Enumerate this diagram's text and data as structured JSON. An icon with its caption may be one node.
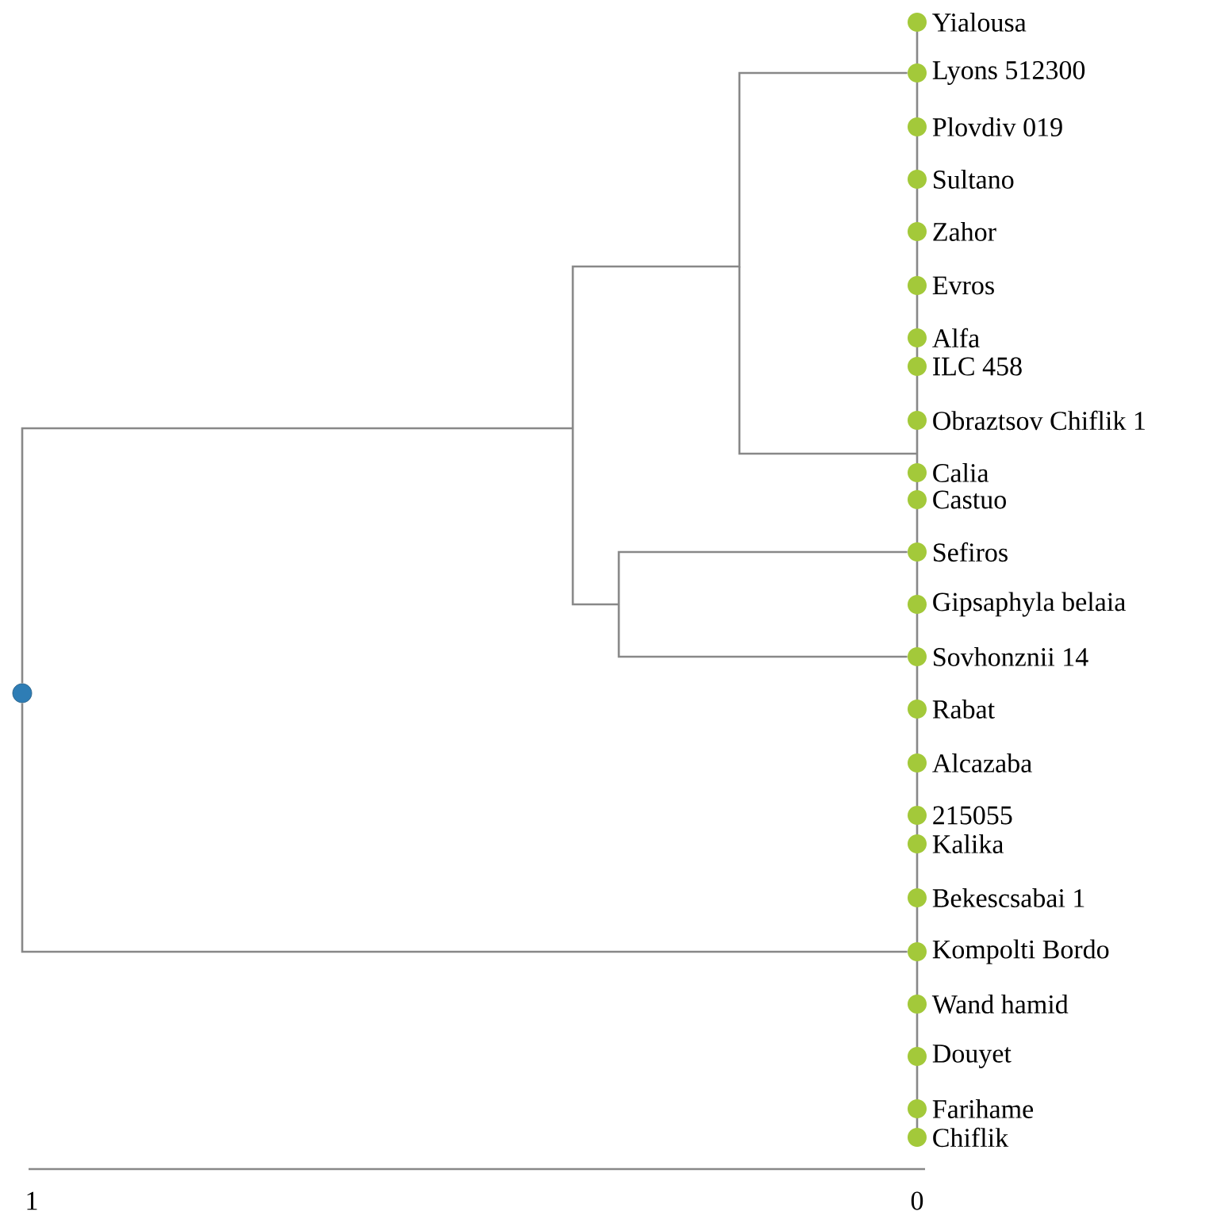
{
  "diagram": {
    "nodes": [
      {
        "text": [],
        "shape": "circle"
      },
      {
        "text": [
          "Yialousa"
        ]
      },
      {
        "text": [
          "Lyons 512300"
        ]
      },
      {
        "text": [
          "Plovdiv 019"
        ]
      },
      {
        "text": [
          "Sultano"
        ]
      },
      {
        "text": [
          "Zahor"
        ]
      },
      {
        "text": [
          "Evros"
        ]
      },
      {
        "text": [
          "Alfa"
        ]
      },
      {
        "text": [
          "ILC 458"
        ]
      },
      {
        "text": [
          "Obraztsov Chiflik 1"
        ]
      },
      {
        "text": [
          "Calia"
        ]
      },
      {
        "text": [
          "Castuo"
        ]
      },
      {
        "text": [
          "Sefiros"
        ]
      },
      {
        "text": [
          "Gipsaphyla belaia"
        ]
      },
      {
        "text": [
          "Sovhonznii 14"
        ]
      },
      {
        "text": [
          "Rabat"
        ]
      },
      {
        "text": [
          "Alcazaba"
        ]
      },
      {
        "text": [
          "215055"
        ]
      },
      {
        "text": [
          "Kalika"
        ]
      },
      {
        "text": [
          "Bekescsabai 1"
        ]
      },
      {
        "text": [
          "Kompolti Bordo"
        ]
      },
      {
        "text": [
          "Wand hamid"
        ]
      },
      {
        "text": [
          "Douyet"
        ]
      },
      {
        "text": [
          "Farihame"
        ]
      },
      {
        "text": [
          "Chiflik"
        ]
      }
    ],
    "edges": [
      {
        "from": 0,
        "to": 2,
        "arrow": "none"
      },
      {
        "from": 0,
        "to": 12,
        "arrow": "none"
      },
      {
        "from": 0,
        "to": 14,
        "arrow": "none"
      },
      {
        "from": 0,
        "to": 20,
        "arrow": "none"
      }
    ],
    "labels": [
      "1",
      "0"
    ]
  }
}
